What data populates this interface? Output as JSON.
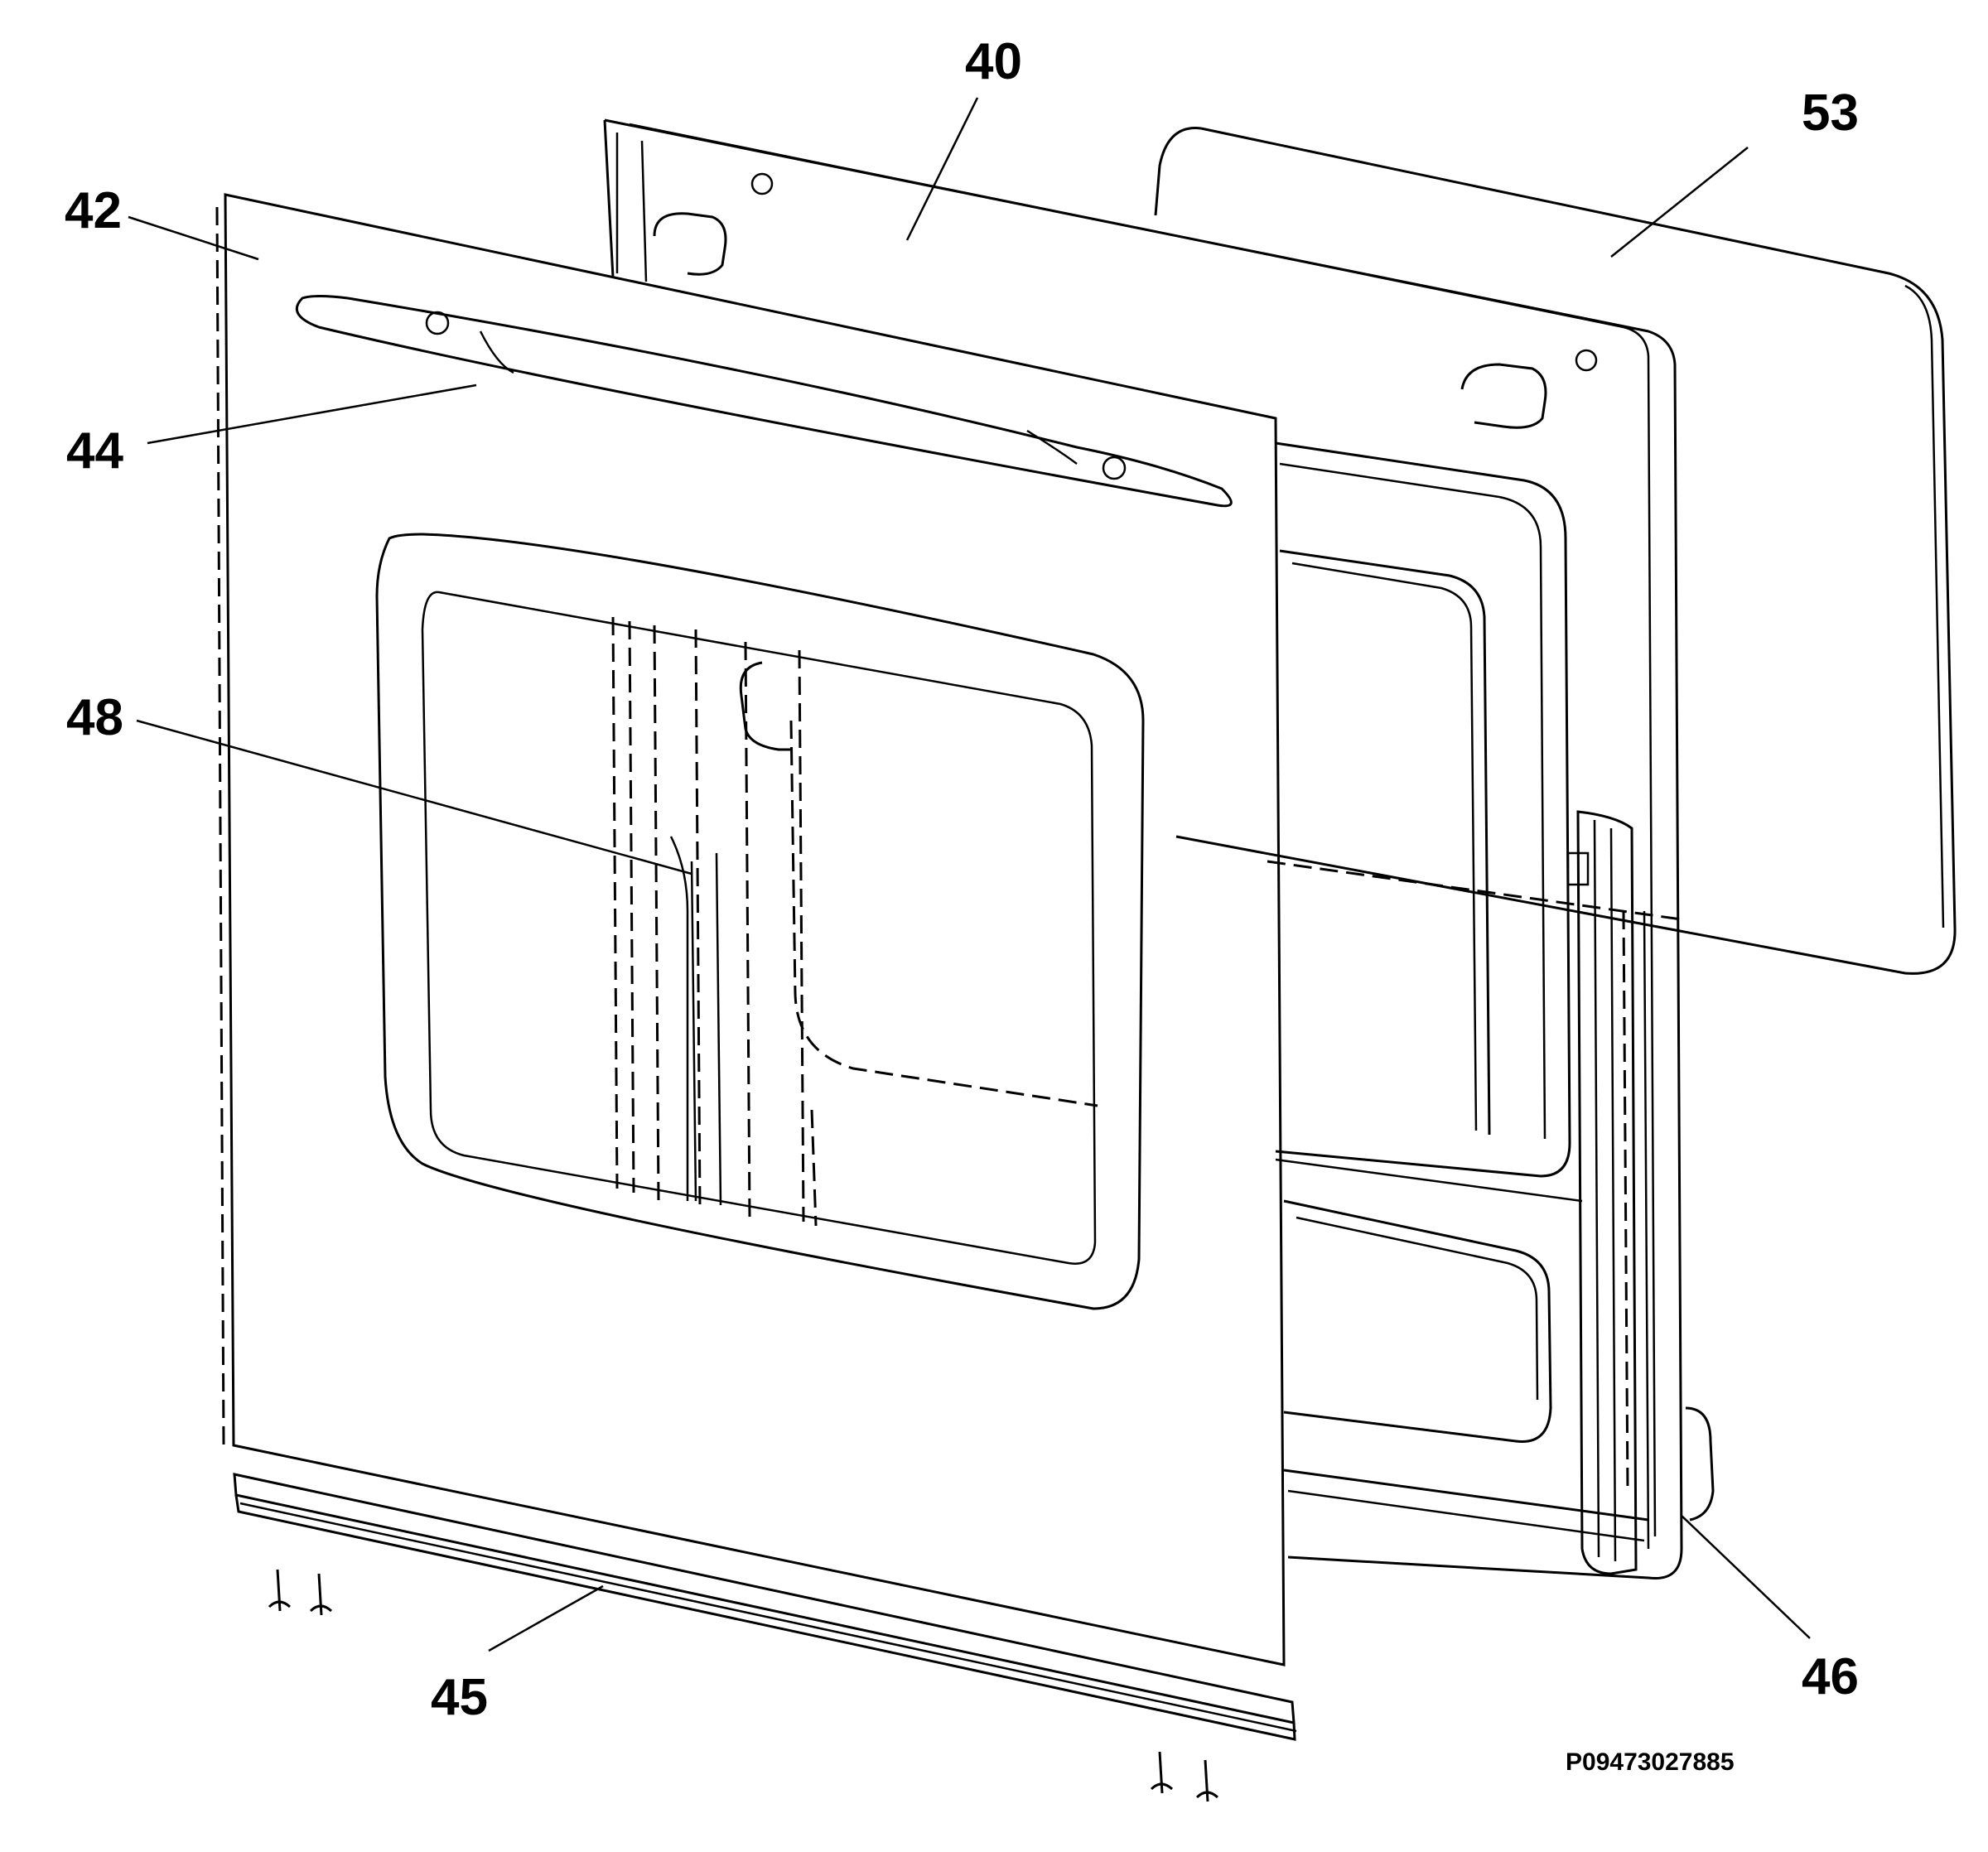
{
  "callouts": {
    "c40": "40",
    "c42": "42",
    "c44": "44",
    "c45": "45",
    "c46": "46",
    "c48": "48",
    "c53": "53"
  },
  "drawing_code": "P09473027885"
}
